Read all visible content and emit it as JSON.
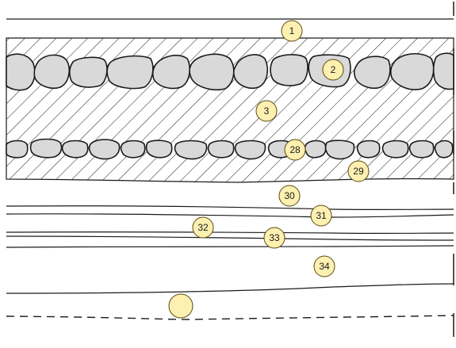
{
  "callouts": {
    "c1": "1",
    "c2": "2",
    "c3": "3",
    "c28": "28",
    "c29": "29",
    "c30": "30",
    "c31": "31",
    "c32": "32",
    "c33": "33",
    "c34": "34"
  },
  "colors": {
    "callout_fill": "#fdf0b0",
    "stone_fill": "#d9d9d9",
    "line": "#1a1a1a",
    "background": "#ffffff"
  }
}
